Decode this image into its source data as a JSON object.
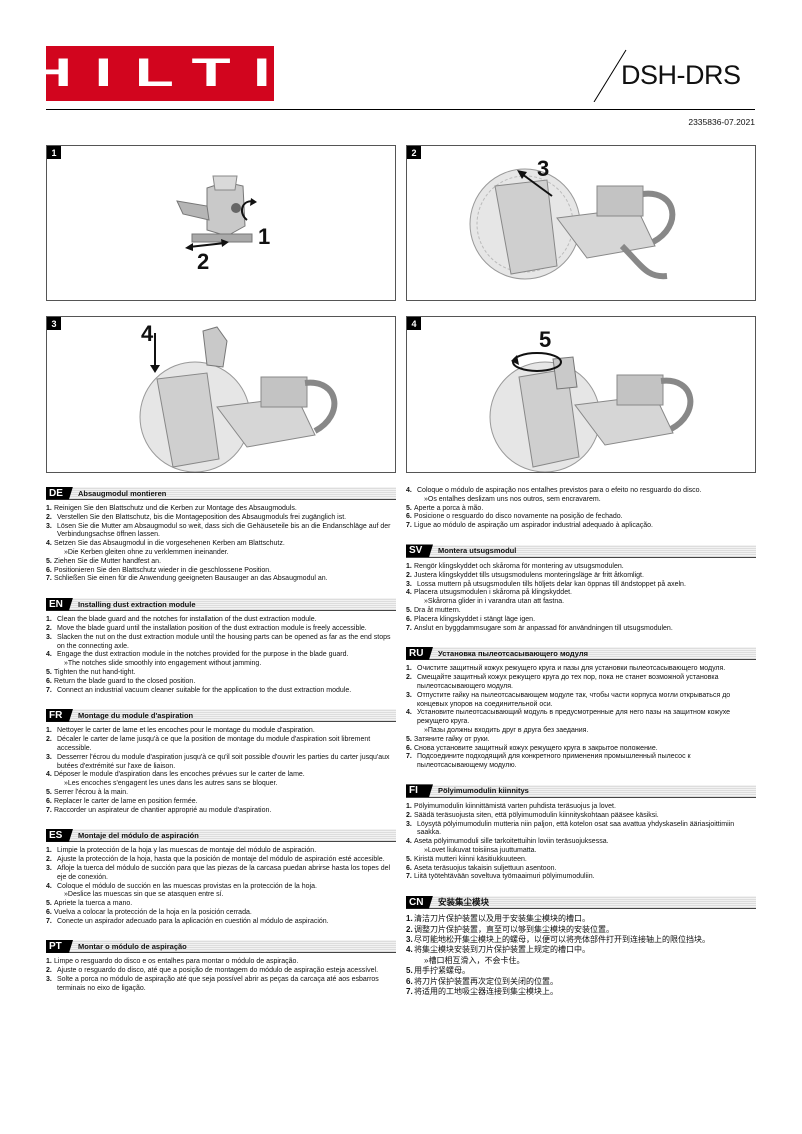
{
  "header": {
    "brand": "HILTI",
    "model": "DSH-DRS",
    "doc_number": "2335836-07.2021"
  },
  "figures": [
    {
      "num": "1",
      "callouts": [
        "1",
        "2"
      ]
    },
    {
      "num": "2",
      "callouts": [
        "3"
      ]
    },
    {
      "num": "3",
      "callouts": [
        "4"
      ]
    },
    {
      "num": "4",
      "callouts": [
        "5"
      ]
    }
  ],
  "sections": {
    "de": {
      "lang": "DE",
      "title": "Absaugmodul montieren",
      "steps": [
        {
          "n": "1.",
          "t": "Reinigen Sie den Blattschutz und die Kerben zur Montage des Absaugmoduls."
        },
        {
          "n": "2.",
          "t": "Verstellen Sie den Blattschutz, bis die Montageposition des Absaugmoduls frei zugänglich ist."
        },
        {
          "n": "3.",
          "t": "Lösen Sie die Mutter am Absaugmodul so weit, dass sich die Gehäuseteile bis an die Endanschläge auf der Verbindungsachse öffnen lassen."
        },
        {
          "n": "4.",
          "t": "Setzen Sie das Absaugmodul in die vorgesehenen Kerben am Blattschutz."
        },
        {
          "n": "",
          "t": "»Die Kerben gleiten ohne zu verklemmen ineinander."
        },
        {
          "n": "5.",
          "t": "Ziehen Sie die Mutter handfest an."
        },
        {
          "n": "6.",
          "t": "Positionieren Sie den Blattschutz wieder in die geschlossene Position."
        },
        {
          "n": "7.",
          "t": "Schließen Sie einen für die Anwendung geeigneten Bausauger an das Absaugmodul an."
        }
      ]
    },
    "en": {
      "lang": "EN",
      "title": "Installing dust extraction module",
      "steps": [
        {
          "n": "1.",
          "t": "Clean the blade guard and the notches for installation of the dust extraction module."
        },
        {
          "n": "2.",
          "t": "Move the blade guard until the installation position of the dust extraction module is freely accessible."
        },
        {
          "n": "3.",
          "t": "Slacken the nut on the dust extraction module until the housing parts can be opened as far as the end stops on the connecting axle."
        },
        {
          "n": "4.",
          "t": "Engage the dust extraction module in the notches provided for the purpose in the blade guard."
        },
        {
          "n": "",
          "t": "»The notches slide smoothly into engagement without jamming."
        },
        {
          "n": "5.",
          "t": "Tighten the nut hand-tight."
        },
        {
          "n": "6.",
          "t": "Return the blade guard to the closed position."
        },
        {
          "n": "7.",
          "t": "Connect an industrial vacuum cleaner suitable for the application to the dust extraction module."
        }
      ]
    },
    "fr": {
      "lang": "FR",
      "title": "Montage du module d'aspiration",
      "steps": [
        {
          "n": "1.",
          "t": "Nettoyer le carter de lame et les encoches pour le montage du module d'aspiration."
        },
        {
          "n": "2.",
          "t": "Décaler le carter de lame jusqu'à ce que la position de montage du module d'aspiration soit librement accessible."
        },
        {
          "n": "3.",
          "t": "Desserrer l'écrou du module d'aspiration jusqu'à ce qu'il soit possible d'ouvrir les parties du carter jusqu'aux butées d'extrémité sur l'axe de liaison."
        },
        {
          "n": "4.",
          "t": "Déposer le module d'aspiration dans les encoches prévues sur le carter de lame."
        },
        {
          "n": "",
          "t": "»Les encoches s'engagent les unes dans les autres sans se bloquer."
        },
        {
          "n": "5.",
          "t": "Serrer l'écrou à la main."
        },
        {
          "n": "6.",
          "t": "Replacer le carter de lame en position fermée."
        },
        {
          "n": "7.",
          "t": "Raccorder un aspirateur de chantier approprié au module d'aspiration."
        }
      ]
    },
    "es": {
      "lang": "ES",
      "title": "Montaje del módulo de aspiración",
      "steps": [
        {
          "n": "1.",
          "t": "Limpie la protección de la hoja y las muescas de montaje del módulo de aspiración."
        },
        {
          "n": "2.",
          "t": "Ajuste la protección de la hoja, hasta que la posición de montaje del módulo de aspiración esté accesible."
        },
        {
          "n": "3.",
          "t": "Afloje la tuerca del módulo de succión para que las piezas de la carcasa puedan abrirse hasta los topes del eje de conexión."
        },
        {
          "n": "4.",
          "t": "Coloque el módulo de succión en las muescas provistas en la protección de la hoja."
        },
        {
          "n": "",
          "t": "»Deslice las muescas sin que se atasquen entre sí."
        },
        {
          "n": "5.",
          "t": "Apriete la tuerca a mano."
        },
        {
          "n": "6.",
          "t": "Vuelva a colocar la protección de la hoja en la posición cerrada."
        },
        {
          "n": "7.",
          "t": "Conecte un aspirador adecuado para la aplicación en cuestión al módulo de aspiración."
        }
      ]
    },
    "pt": {
      "lang": "PT",
      "title": "Montar o módulo de aspiração",
      "steps": [
        {
          "n": "1.",
          "t": "Limpe o resguardo do disco e os entalhes para montar o módulo de aspiração."
        },
        {
          "n": "2.",
          "t": "Ajuste o resguardo do disco, até que a posição de montagem do módulo de aspiração esteja acessível."
        },
        {
          "n": "3.",
          "t": "Solte a porca no módulo de aspiração até que seja possível abrir as peças da carcaça até aos esbarros terminais no eixo de ligação."
        },
        {
          "n": "4.",
          "t": "Coloque o módulo de aspiração nos entalhes previstos para o efeito no resguardo do disco."
        },
        {
          "n": "",
          "t": "»Os entalhes deslizam uns nos outros, sem encravarem."
        },
        {
          "n": "5.",
          "t": "Aperte a porca à mão."
        },
        {
          "n": "6.",
          "t": "Posicione o resguardo do disco novamente na posição de fechado."
        },
        {
          "n": "7.",
          "t": "Ligue ao módulo de aspiração um aspirador industrial adequado à aplicação."
        }
      ]
    },
    "sv": {
      "lang": "SV",
      "title": "Montera utsugsmodul",
      "steps": [
        {
          "n": "1.",
          "t": "Rengör klingskyddet och skårorna för montering av utsugsmodulen."
        },
        {
          "n": "2.",
          "t": "Justera klingskyddet tills utsugsmodulens monteringsläge är fritt åtkomligt."
        },
        {
          "n": "3.",
          "t": "Lossa muttern på utsugsmodulen tills höljets delar kan öppnas till ändstoppet på axeln."
        },
        {
          "n": "4.",
          "t": "Placera utsugsmodulen i skårorna på klingskyddet."
        },
        {
          "n": "",
          "t": "»Skårorna glider in i varandra utan att fastna."
        },
        {
          "n": "5.",
          "t": "Dra åt muttern."
        },
        {
          "n": "6.",
          "t": "Placera klingskyddet i stängt läge igen."
        },
        {
          "n": "7.",
          "t": "Anslut en byggdammsugare som är anpassad för användningen till utsugsmodulen."
        }
      ]
    },
    "ru": {
      "lang": "RU",
      "title": "Установка пылеотсасывающего модуля",
      "steps": [
        {
          "n": "1.",
          "t": "Очистите защитный кожух режущего круга и пазы для установки пылеотсасывающего модуля."
        },
        {
          "n": "2.",
          "t": "Смещайте защитный кожух режущего круга до тех пор, пока не станет возможной установка пылеотсасывающего модуля."
        },
        {
          "n": "3.",
          "t": "Отпустите гайку на пылеотсасывающем модуле так, чтобы части корпуса могли открываться до концевых упоров на соединительной оси."
        },
        {
          "n": "4.",
          "t": "Установите пылеотсасывающий модуль в предусмотренные для него пазы на защитном кожухе режущего круга."
        },
        {
          "n": "",
          "t": "»Пазы должны входить друг в друга без заедания."
        },
        {
          "n": "5.",
          "t": "Затяните гайку от руки."
        },
        {
          "n": "6.",
          "t": "Снова установите защитный кожух режущего круга в закрытое положение."
        },
        {
          "n": "7.",
          "t": "Подсоедините подходящий для конкретного применения промышленный пылесос к пылеотсасывающему модулю."
        }
      ]
    },
    "fi": {
      "lang": "FI",
      "title": "Pölyimumodulin kiinnitys",
      "steps": [
        {
          "n": "1.",
          "t": "Pölyimumodulin kiinnittämistä varten puhdista teräsuojus ja lovet."
        },
        {
          "n": "2.",
          "t": "Säädä teräsuojusta siten, että pölyimumodulin kiinnityskohtaan pääsee käsiksi."
        },
        {
          "n": "3.",
          "t": "Löysytä pölyimumodulin mutteria niin paljon, että kotelon osat saa avattua yhdyskaselin ääriasjoittimiin saakka."
        },
        {
          "n": "4.",
          "t": "Aseta pölyimumoduli sille tarkoitettuihin loviin teräsuojuksessa."
        },
        {
          "n": "",
          "t": "»Lovet liukuvat toisiinsa juuttumatta."
        },
        {
          "n": "5.",
          "t": "Kiristä mutteri kiinni käsitiukkuuteen."
        },
        {
          "n": "6.",
          "t": "Aseta teräsuojus takaisin suljettuun asentoon."
        },
        {
          "n": "7.",
          "t": "Liitä työtehtävään soveltuva työmaaimuri pölyimumoduliin."
        }
      ]
    },
    "cn": {
      "lang": "CN",
      "title": "安装集尘模块",
      "steps": [
        {
          "n": "1.",
          "t": "清洁刀片保护装置以及用于安装集尘模块的槽口。"
        },
        {
          "n": "2.",
          "t": "调整刀片保护装置，直至可以够到集尘模块的安装位置。"
        },
        {
          "n": "3.",
          "t": "尽可能地松开集尘模块上的螺母，以便可以将壳体部件打开到连接轴上的限位挡块。"
        },
        {
          "n": "4.",
          "t": "将集尘模块安装到刀片保护装置上规定的槽口中。"
        },
        {
          "n": "",
          "t": "»槽口相互滑入，不会卡住。"
        },
        {
          "n": "5.",
          "t": "用手拧紧螺母。"
        },
        {
          "n": "6.",
          "t": "将刀片保护装置再次定位到关闭的位置。"
        },
        {
          "n": "7.",
          "t": "将适用的工地吸尘器连接到集尘模块上。"
        }
      ]
    }
  }
}
